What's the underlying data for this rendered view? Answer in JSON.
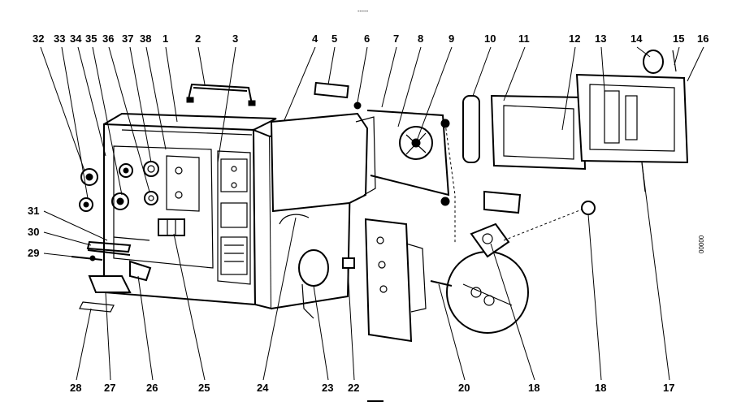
{
  "diagram": {
    "page_marks": {
      "top": "-----",
      "right_side": "00000"
    },
    "callouts": [
      {
        "id": "c32",
        "label": "32"
      },
      {
        "id": "c33",
        "label": "33"
      },
      {
        "id": "c34",
        "label": "34"
      },
      {
        "id": "c35",
        "label": "35"
      },
      {
        "id": "c36",
        "label": "36"
      },
      {
        "id": "c37",
        "label": "37"
      },
      {
        "id": "c38",
        "label": "38"
      },
      {
        "id": "c1",
        "label": "1"
      },
      {
        "id": "c2",
        "label": "2"
      },
      {
        "id": "c3",
        "label": "3"
      },
      {
        "id": "c4",
        "label": "4"
      },
      {
        "id": "c5",
        "label": "5"
      },
      {
        "id": "c6",
        "label": "6"
      },
      {
        "id": "c7",
        "label": "7"
      },
      {
        "id": "c8",
        "label": "8"
      },
      {
        "id": "c9",
        "label": "9"
      },
      {
        "id": "c10",
        "label": "10"
      },
      {
        "id": "c11",
        "label": "11"
      },
      {
        "id": "c12",
        "label": "12"
      },
      {
        "id": "c13",
        "label": "13"
      },
      {
        "id": "c14",
        "label": "14"
      },
      {
        "id": "c15",
        "label": "15"
      },
      {
        "id": "c16",
        "label": "16"
      },
      {
        "id": "c31",
        "label": "31"
      },
      {
        "id": "c30",
        "label": "30"
      },
      {
        "id": "c29",
        "label": "29"
      },
      {
        "id": "c28",
        "label": "28"
      },
      {
        "id": "c27",
        "label": "27"
      },
      {
        "id": "c26",
        "label": "26"
      },
      {
        "id": "c25",
        "label": "25"
      },
      {
        "id": "c24",
        "label": "24"
      },
      {
        "id": "c23",
        "label": "23"
      },
      {
        "id": "c22",
        "label": "22"
      },
      {
        "id": "c20",
        "label": "20"
      },
      {
        "id": "c18a",
        "label": "18"
      },
      {
        "id": "c18b",
        "label": "18"
      },
      {
        "id": "c17",
        "label": "17"
      }
    ]
  }
}
